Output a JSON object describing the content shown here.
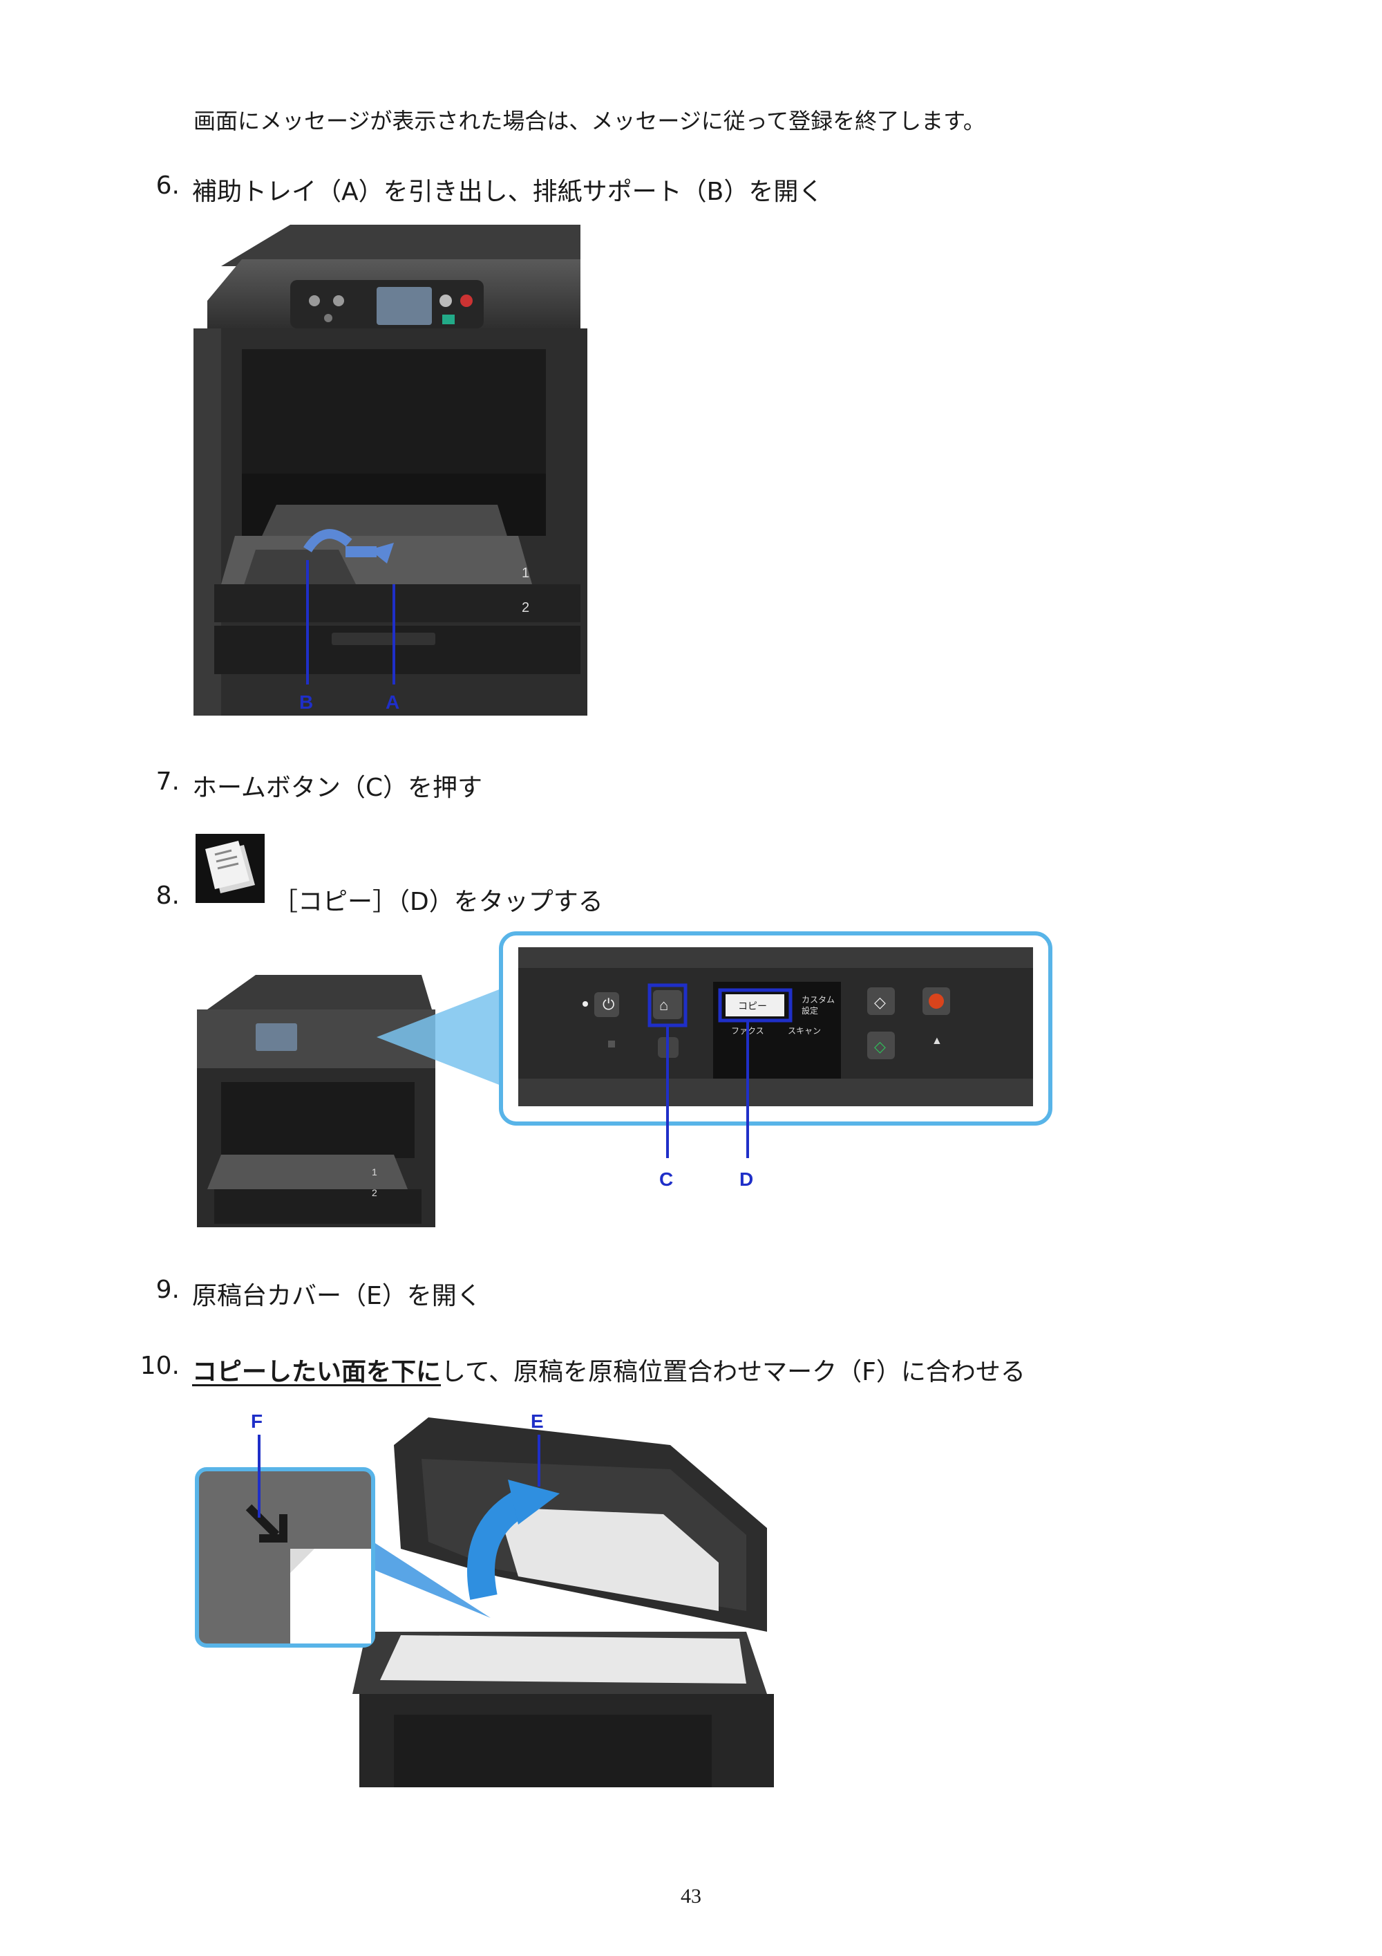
{
  "note": "画面にメッセージが表示された場合は、メッセージに従って登録を終了します。",
  "steps": [
    {
      "num": "6.",
      "text": "補助トレイ（A）を引き出し、排紙サポート（B）を開く"
    },
    {
      "num": "7.",
      "text": "ホームボタン（C）を押す"
    },
    {
      "num": "8.",
      "text": "［コピー］（D）をタップする"
    },
    {
      "num": "9.",
      "text": "原稿台カバー（E）を開く"
    },
    {
      "num": "10.",
      "emph": "コピーしたい面を下に",
      "text": "して、原稿を原稿位置合わせマーク（F）に合わせる"
    }
  ],
  "fig1": {
    "label_b": "B",
    "label_a": "A",
    "tray1": "1",
    "tray2": "2"
  },
  "fig2": {
    "label_c": "C",
    "label_d": "D",
    "screen": {
      "copy": "コピー",
      "custom": "カスタム",
      "custom2": "設定",
      "fax": "ファクス",
      "scan": "スキャン"
    },
    "tray1": "1",
    "tray2": "2"
  },
  "fig3": {
    "label_f": "F",
    "label_e": "E"
  },
  "page_number": "43",
  "colors": {
    "callout": "#1f2fc8",
    "panel_border": "#58b4e8"
  }
}
